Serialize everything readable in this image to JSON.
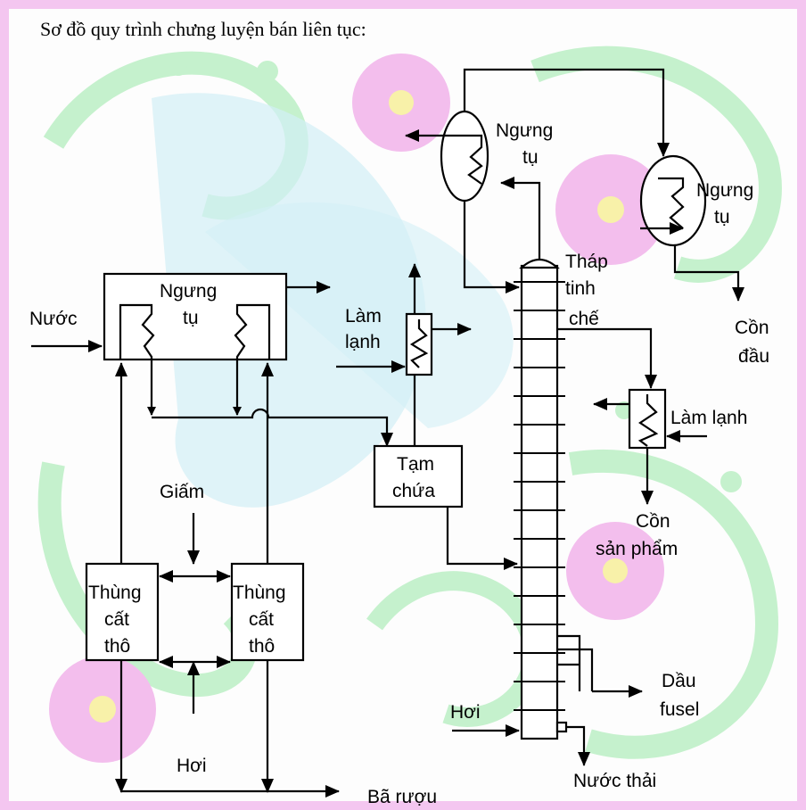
{
  "title": "Sơ đồ quy trình chưng luyện bán liên tục:",
  "labels": {
    "nuoc": "Nước",
    "ngung_tu_main": [
      "Ngưng",
      "tụ"
    ],
    "ngung_tu_1": [
      "Ngưng",
      "tụ"
    ],
    "ngung_tu_2": [
      "Ngưng",
      "tụ"
    ],
    "lam_lanh_1": [
      "Làm",
      "lạnh"
    ],
    "lam_lanh_2": "Làm lạnh",
    "thap": [
      "Tháp",
      "tinh",
      "chế"
    ],
    "con_dau": [
      "Cồn",
      "đầu"
    ],
    "tam_chua": [
      "Tạm",
      "chứa"
    ],
    "con_san_pham": [
      "Cồn",
      "sản phẩm"
    ],
    "giam": "Giấm",
    "thung_1": [
      "Thùng",
      "cất",
      "thô"
    ],
    "thung_2": [
      "Thùng",
      "cất",
      "thô"
    ],
    "hoi_bottom": "Hơi",
    "hoi_column": "Hơi",
    "dau_fusel": [
      "Dầu",
      "fusel"
    ],
    "nuoc_thai": "Nước thải",
    "ba_ruou": "Bã rượu"
  },
  "colors": {
    "frame": "#f4c6f0",
    "leaf_green": "#bff0c8",
    "flower_pink": "#f2b8ec",
    "bird_blue": "#cfeef5"
  }
}
